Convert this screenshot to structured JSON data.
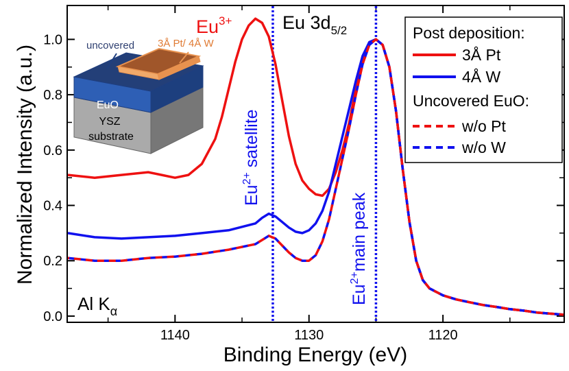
{
  "chart_data": {
    "type": "line",
    "xlabel": "Binding Energy (eV)",
    "ylabel": "Normalized Intensity (a.u.)",
    "xlim": [
      1148,
      1111
    ],
    "ylim": [
      -0.02,
      1.12
    ],
    "x_reversed": true,
    "xticks": [
      1140,
      1130,
      1120
    ],
    "yticks": [
      0.0,
      0.2,
      0.4,
      0.6,
      0.8,
      1.0
    ],
    "xtick_labels": [
      "1140",
      "1130",
      "1120"
    ],
    "ytick_labels": [
      "0.0",
      "0.2",
      "0.4",
      "0.6",
      "0.8",
      "1.0"
    ],
    "grid": false,
    "legend_position": "top-right",
    "series": [
      {
        "name": "3Å Pt",
        "color": "#ee1111",
        "style": "solid",
        "x": [
          1148,
          1146,
          1144,
          1142,
          1141,
          1140,
          1139,
          1138,
          1137,
          1136.5,
          1136,
          1135.5,
          1135,
          1134.5,
          1134,
          1133.5,
          1133,
          1132.5,
          1132,
          1131.5,
          1131,
          1130.5,
          1130,
          1129.5,
          1129,
          1128.5,
          1128,
          1127.5,
          1127,
          1126.5,
          1126,
          1125.5,
          1125,
          1124.5,
          1124,
          1123.5,
          1123,
          1122.5,
          1122,
          1121.5,
          1121,
          1120,
          1119,
          1118,
          1117,
          1116,
          1115,
          1114,
          1113,
          1111
        ],
        "y": [
          0.51,
          0.5,
          0.51,
          0.52,
          0.51,
          0.5,
          0.51,
          0.55,
          0.64,
          0.72,
          0.82,
          0.92,
          1.0,
          1.05,
          1.075,
          1.06,
          1.01,
          0.91,
          0.78,
          0.65,
          0.55,
          0.49,
          0.46,
          0.44,
          0.435,
          0.46,
          0.52,
          0.6,
          0.7,
          0.82,
          0.93,
          0.99,
          1.0,
          0.98,
          0.9,
          0.74,
          0.53,
          0.34,
          0.2,
          0.13,
          0.1,
          0.075,
          0.06,
          0.05,
          0.04,
          0.033,
          0.025,
          0.02,
          0.013,
          0.005
        ]
      },
      {
        "name": "4Å W",
        "color": "#1111ee",
        "style": "solid",
        "x": [
          1148,
          1146,
          1144,
          1142,
          1140,
          1138,
          1136,
          1134,
          1133.5,
          1133,
          1132.5,
          1132,
          1131.5,
          1131,
          1130.5,
          1130,
          1129.5,
          1129,
          1128.5,
          1128,
          1127.5,
          1127,
          1126.5,
          1126,
          1125.5,
          1125,
          1124.5,
          1124,
          1123.5,
          1123,
          1122.5,
          1122,
          1121.5,
          1121,
          1120,
          1119,
          1118,
          1117,
          1116,
          1115,
          1114,
          1113,
          1111
        ],
        "y": [
          0.3,
          0.285,
          0.28,
          0.285,
          0.29,
          0.3,
          0.31,
          0.335,
          0.355,
          0.37,
          0.36,
          0.34,
          0.32,
          0.305,
          0.3,
          0.31,
          0.335,
          0.38,
          0.45,
          0.55,
          0.65,
          0.75,
          0.85,
          0.94,
          0.99,
          1.0,
          0.98,
          0.9,
          0.74,
          0.53,
          0.34,
          0.2,
          0.13,
          0.1,
          0.075,
          0.06,
          0.05,
          0.04,
          0.033,
          0.025,
          0.02,
          0.013,
          0.005
        ]
      },
      {
        "name": "w/o Pt",
        "color": "#ee1111",
        "style": "dashed",
        "x": [
          1148,
          1146,
          1144,
          1142,
          1140,
          1138,
          1136,
          1134,
          1133.5,
          1133,
          1132.5,
          1132,
          1131.5,
          1131,
          1130.5,
          1130,
          1129.5,
          1129,
          1128.5,
          1128,
          1127.5,
          1127,
          1126.5,
          1126,
          1125.5,
          1125,
          1124.5,
          1124,
          1123.5,
          1123,
          1122.5,
          1122,
          1121.5,
          1121,
          1120,
          1119,
          1118,
          1117,
          1116,
          1115,
          1114,
          1113,
          1111
        ],
        "y": [
          0.21,
          0.2,
          0.2,
          0.21,
          0.215,
          0.225,
          0.24,
          0.26,
          0.275,
          0.29,
          0.28,
          0.255,
          0.23,
          0.21,
          0.2,
          0.2,
          0.22,
          0.27,
          0.35,
          0.46,
          0.57,
          0.68,
          0.8,
          0.91,
          0.98,
          1.0,
          0.98,
          0.9,
          0.74,
          0.53,
          0.34,
          0.2,
          0.13,
          0.1,
          0.075,
          0.06,
          0.05,
          0.04,
          0.033,
          0.025,
          0.02,
          0.013,
          0.005
        ]
      },
      {
        "name": "w/o W",
        "color": "#1111ee",
        "style": "dashed",
        "x": [
          1148,
          1146,
          1144,
          1142,
          1140,
          1138,
          1136,
          1134,
          1133.5,
          1133,
          1132.5,
          1132,
          1131.5,
          1131,
          1130.5,
          1130,
          1129.5,
          1129,
          1128.5,
          1128,
          1127.5,
          1127,
          1126.5,
          1126,
          1125.5,
          1125,
          1124.5,
          1124,
          1123.5,
          1123,
          1122.5,
          1122,
          1121.5,
          1121,
          1120,
          1119,
          1118,
          1117,
          1116,
          1115,
          1114,
          1113,
          1111
        ],
        "y": [
          0.21,
          0.2,
          0.2,
          0.21,
          0.215,
          0.225,
          0.24,
          0.26,
          0.275,
          0.29,
          0.28,
          0.255,
          0.23,
          0.21,
          0.2,
          0.2,
          0.22,
          0.27,
          0.35,
          0.46,
          0.57,
          0.68,
          0.8,
          0.91,
          0.98,
          1.0,
          0.98,
          0.9,
          0.74,
          0.53,
          0.34,
          0.2,
          0.13,
          0.1,
          0.075,
          0.06,
          0.05,
          0.04,
          0.033,
          0.025,
          0.02,
          0.013,
          0.005
        ]
      }
    ],
    "vlines": [
      {
        "x": 1132.7,
        "color": "#1111ee",
        "label_main": "Eu",
        "label_sup": "2+",
        "label_rest": " satellite"
      },
      {
        "x": 1125,
        "color": "#1111ee",
        "label_main": "Eu",
        "label_sup": "2+",
        "label_rest": "main peak"
      }
    ],
    "annotations": {
      "eu3_main": "Eu",
      "eu3_sup": "3+",
      "title_main": "Eu 3d",
      "title_sub": "5/2",
      "source_main": "Al K",
      "source_sub": "α"
    },
    "legend": {
      "header1": "Post deposition:",
      "header2": "Uncovered EuO:"
    },
    "inset": {
      "uncovered": "uncovered",
      "capping": "3Å Pt/ 4Å W",
      "euo": "EuO",
      "ysz": "YSZ",
      "substrate": "substrate"
    }
  }
}
